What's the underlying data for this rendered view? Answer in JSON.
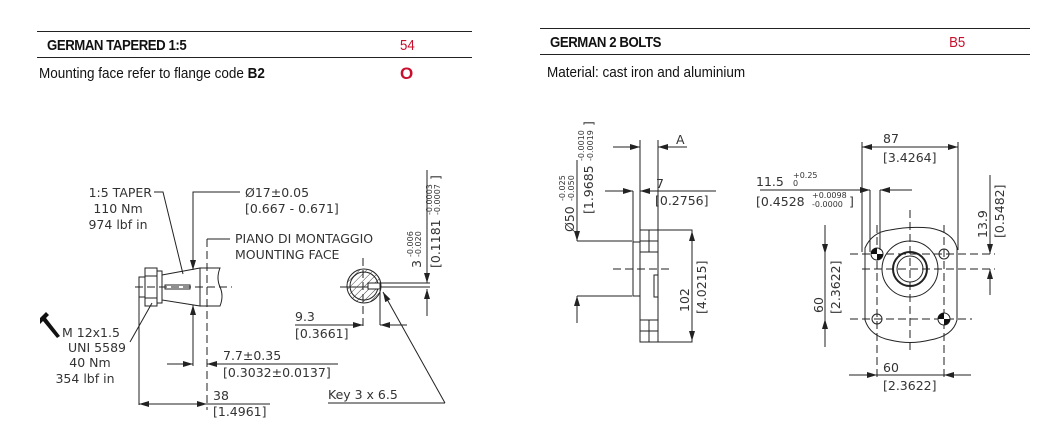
{
  "left": {
    "title": "GERMAN TAPERED 1:5",
    "code": "54",
    "subtitle": "Mounting face refer to flange code ",
    "subtitle_code": "B2",
    "marker": "O",
    "drawing": {
      "taper": [
        "1:5 TAPER",
        "110 Nm",
        "974 lbf in"
      ],
      "diameter": [
        "Ø17±0.05",
        "[0.667 - 0.671]"
      ],
      "mounting_face": [
        "PIANO DI MONTAGGIO",
        "MOUNTING FACE"
      ],
      "nut": [
        "M 12x1.5",
        "UNI 5589",
        "40 Nm",
        "354 lbf in"
      ],
      "dim_7_7": [
        "7.7±0.35",
        "[0.3032±0.0137]"
      ],
      "dim_38": [
        "38",
        "[1.4961]"
      ],
      "dim_9_3": [
        "9.3",
        "[0.3661]"
      ],
      "key": "Key 3 x 6.5",
      "key_width": [
        "3",
        "-0.006",
        "-0.020"
      ],
      "key_width_in": [
        "[0.1181",
        "-0.0003",
        "-0.0007",
        "]"
      ]
    }
  },
  "right": {
    "title": "GERMAN 2 BOLTS",
    "code": "B5",
    "subtitle": "Material: cast iron and aluminium",
    "drawing": {
      "dia50": [
        "Ø50",
        "-0.025",
        "-0.050"
      ],
      "dia50_in": [
        "[1.9685",
        "-0.0010",
        "-0.0019",
        "]"
      ],
      "dim_a": "A",
      "dim_7": [
        "7",
        "[0.2756]"
      ],
      "dim_102": [
        "102",
        "[4.0215]"
      ],
      "dim_87": [
        "87",
        "[3.4264]"
      ],
      "dim_11_5": [
        "11.5",
        "+0.25",
        "0"
      ],
      "dim_11_5_in": [
        "[0.4528",
        "+0.0098",
        "-0.0000",
        "]"
      ],
      "dim_13_9": [
        "13.9",
        "[0.5482]"
      ],
      "dim_60v": [
        "60",
        "[2.3622]"
      ],
      "dim_60h": [
        "60",
        "[2.3622]"
      ]
    }
  }
}
